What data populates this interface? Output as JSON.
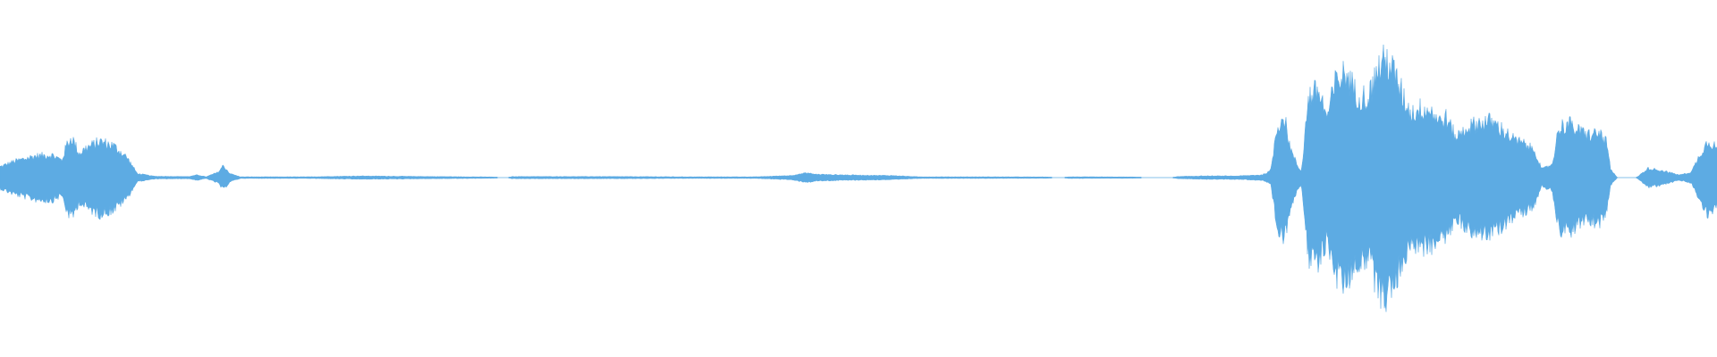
{
  "waveform": {
    "color": "#5dabe3",
    "background": "#ffffff",
    "envelope": [
      [
        0,
        0.08
      ],
      [
        0.008,
        0.12
      ],
      [
        0.02,
        0.16
      ],
      [
        0.03,
        0.17
      ],
      [
        0.036,
        0.13
      ],
      [
        0.039,
        0.25
      ],
      [
        0.042,
        0.3
      ],
      [
        0.046,
        0.18
      ],
      [
        0.05,
        0.22
      ],
      [
        0.058,
        0.27
      ],
      [
        0.066,
        0.24
      ],
      [
        0.074,
        0.15
      ],
      [
        0.08,
        0.03
      ],
      [
        0.09,
        0.01
      ],
      [
        0.11,
        0.008
      ],
      [
        0.115,
        0.02
      ],
      [
        0.12,
        0.006
      ],
      [
        0.127,
        0.04
      ],
      [
        0.13,
        0.09
      ],
      [
        0.134,
        0.03
      ],
      [
        0.14,
        0.006
      ],
      [
        0.18,
        0.006
      ],
      [
        0.21,
        0.012
      ],
      [
        0.25,
        0.008
      ],
      [
        0.287,
        0.005
      ],
      [
        0.29,
        0.0
      ],
      [
        0.296,
        0.0
      ],
      [
        0.298,
        0.008
      ],
      [
        0.35,
        0.008
      ],
      [
        0.4,
        0.006
      ],
      [
        0.44,
        0.006
      ],
      [
        0.46,
        0.015
      ],
      [
        0.47,
        0.035
      ],
      [
        0.475,
        0.025
      ],
      [
        0.49,
        0.02
      ],
      [
        0.52,
        0.015
      ],
      [
        0.535,
        0.006
      ],
      [
        0.58,
        0.006
      ],
      [
        0.61,
        0.005
      ],
      [
        0.613,
        0.0
      ],
      [
        0.62,
        0.0
      ],
      [
        0.622,
        0.006
      ],
      [
        0.66,
        0.005
      ],
      [
        0.665,
        0.0
      ],
      [
        0.683,
        0.0
      ],
      [
        0.686,
        0.008
      ],
      [
        0.7,
        0.012
      ],
      [
        0.72,
        0.012
      ],
      [
        0.735,
        0.02
      ],
      [
        0.74,
        0.05
      ],
      [
        0.744,
        0.4
      ],
      [
        0.748,
        0.45
      ],
      [
        0.752,
        0.2
      ],
      [
        0.756,
        0.08
      ],
      [
        0.758,
        0.05
      ],
      [
        0.762,
        0.6
      ],
      [
        0.768,
        0.65
      ],
      [
        0.773,
        0.45
      ],
      [
        0.778,
        0.72
      ],
      [
        0.784,
        0.78
      ],
      [
        0.79,
        0.62
      ],
      [
        0.797,
        0.6
      ],
      [
        0.803,
        0.83
      ],
      [
        0.808,
        0.88
      ],
      [
        0.813,
        0.75
      ],
      [
        0.818,
        0.58
      ],
      [
        0.822,
        0.48
      ],
      [
        0.828,
        0.52
      ],
      [
        0.834,
        0.5
      ],
      [
        0.838,
        0.42
      ],
      [
        0.842,
        0.45
      ],
      [
        0.848,
        0.3
      ],
      [
        0.855,
        0.38
      ],
      [
        0.862,
        0.41
      ],
      [
        0.868,
        0.42
      ],
      [
        0.875,
        0.36
      ],
      [
        0.882,
        0.28
      ],
      [
        0.888,
        0.25
      ],
      [
        0.894,
        0.2
      ],
      [
        0.898,
        0.06
      ],
      [
        0.904,
        0.1
      ],
      [
        0.908,
        0.38
      ],
      [
        0.914,
        0.4
      ],
      [
        0.92,
        0.34
      ],
      [
        0.926,
        0.32
      ],
      [
        0.932,
        0.33
      ],
      [
        0.936,
        0.25
      ],
      [
        0.938,
        0.06
      ],
      [
        0.942,
        0.0
      ],
      [
        0.953,
        0.0
      ],
      [
        0.955,
        0.02
      ],
      [
        0.96,
        0.07
      ],
      [
        0.965,
        0.06
      ],
      [
        0.972,
        0.04
      ],
      [
        0.978,
        0.02
      ],
      [
        0.985,
        0.04
      ],
      [
        0.99,
        0.17
      ],
      [
        0.995,
        0.28
      ],
      [
        1.0,
        0.22
      ]
    ]
  }
}
